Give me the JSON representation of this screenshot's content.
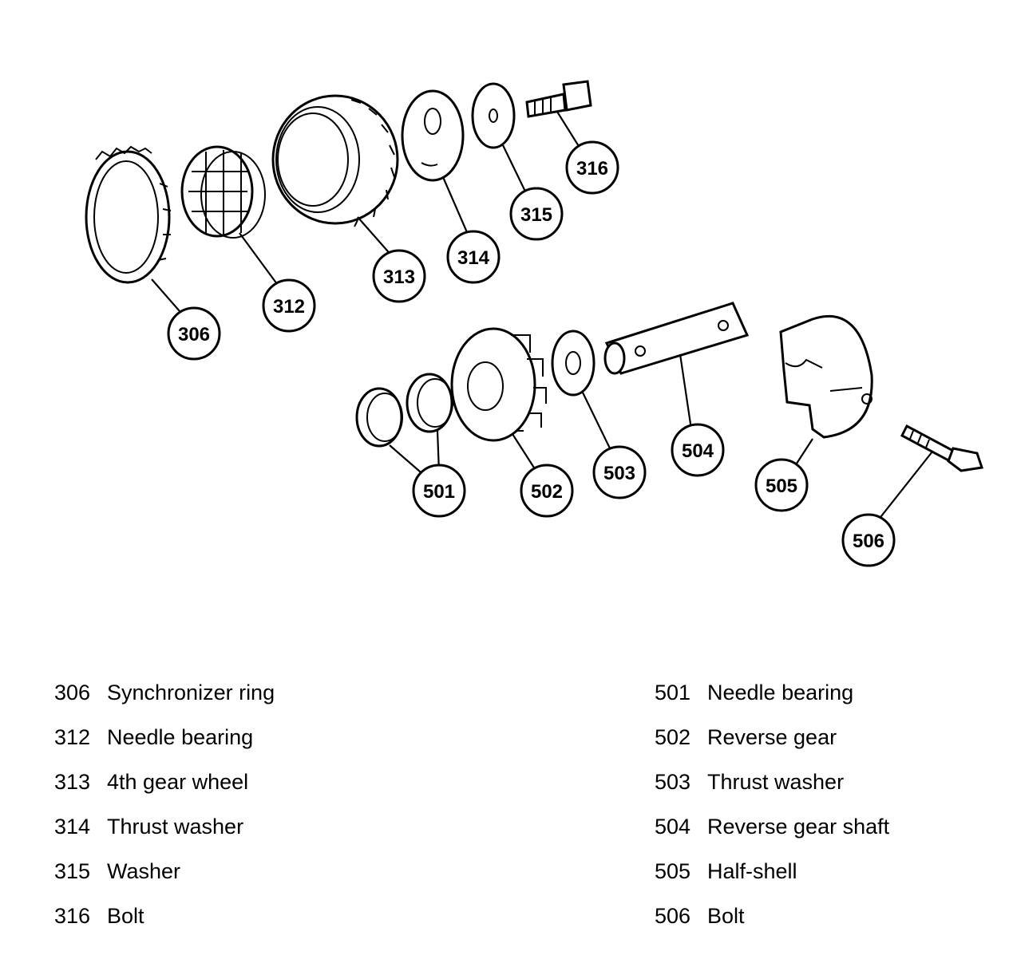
{
  "callouts": [
    "306",
    "312",
    "313",
    "314",
    "315",
    "316",
    "501",
    "502",
    "503",
    "504",
    "505",
    "506"
  ],
  "legend": {
    "left": [
      {
        "num": "306",
        "label": "Synchronizer ring"
      },
      {
        "num": "312",
        "label": "Needle bearing"
      },
      {
        "num": "313",
        "label": "4th gear wheel"
      },
      {
        "num": "314",
        "label": "Thrust washer"
      },
      {
        "num": "315",
        "label": "Washer"
      },
      {
        "num": "316",
        "label": "Bolt"
      }
    ],
    "right": [
      {
        "num": "501",
        "label": "Needle bearing"
      },
      {
        "num": "502",
        "label": "Reverse gear"
      },
      {
        "num": "503",
        "label": "Thrust washer"
      },
      {
        "num": "504",
        "label": "Reverse gear shaft"
      },
      {
        "num": "505",
        "label": "Half-shell"
      },
      {
        "num": "506",
        "label": "Bolt"
      }
    ]
  }
}
